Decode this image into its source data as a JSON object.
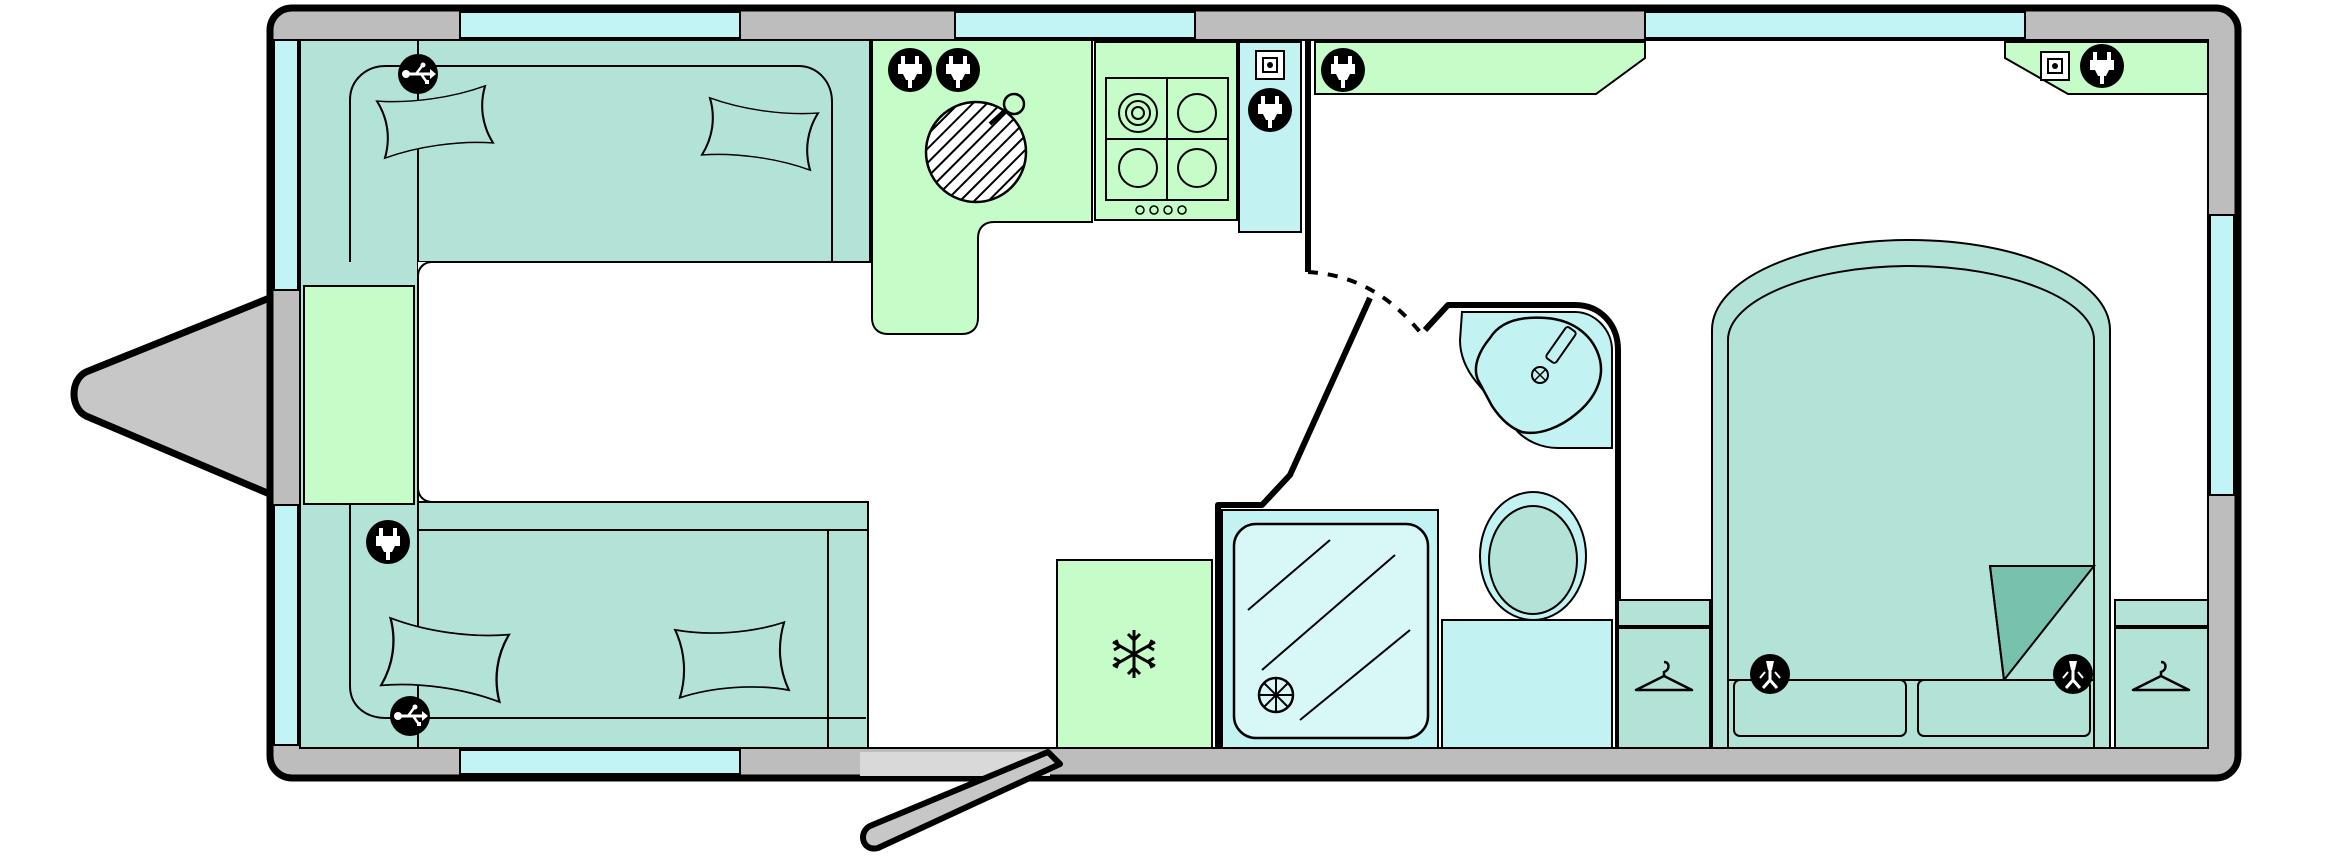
{
  "colors": {
    "wall": "#bdbdbd",
    "window": "#c2f4f6",
    "seating": "#b3e2d6",
    "cushion": "#b3e2d6",
    "kitchen": "#c5fcc8",
    "cabinet": "#c2f2f2",
    "shower_tray": "#d8f7f7",
    "bed_fold": "#78c2ad",
    "outline": "#000000",
    "drawbar": "#c7c7c7",
    "door": "#c7c7c7",
    "icon_bg": "#000000",
    "icon_fg": "#ffffff",
    "floor": "#ffffff"
  },
  "icons": {
    "usb": "usb-icon",
    "plug": "plug-icon",
    "socket": "wall-socket-icon",
    "reading_light": "reading-light-icon",
    "snowflake": "snowflake-icon",
    "hanger": "coat-hanger-icon",
    "shower_drain": "shower-drain-icon",
    "hob": "gas-hob-icon",
    "sink": "sink-icon"
  },
  "layout_zones": [
    "front-lounge",
    "kitchen",
    "washroom",
    "rear-bedroom"
  ]
}
